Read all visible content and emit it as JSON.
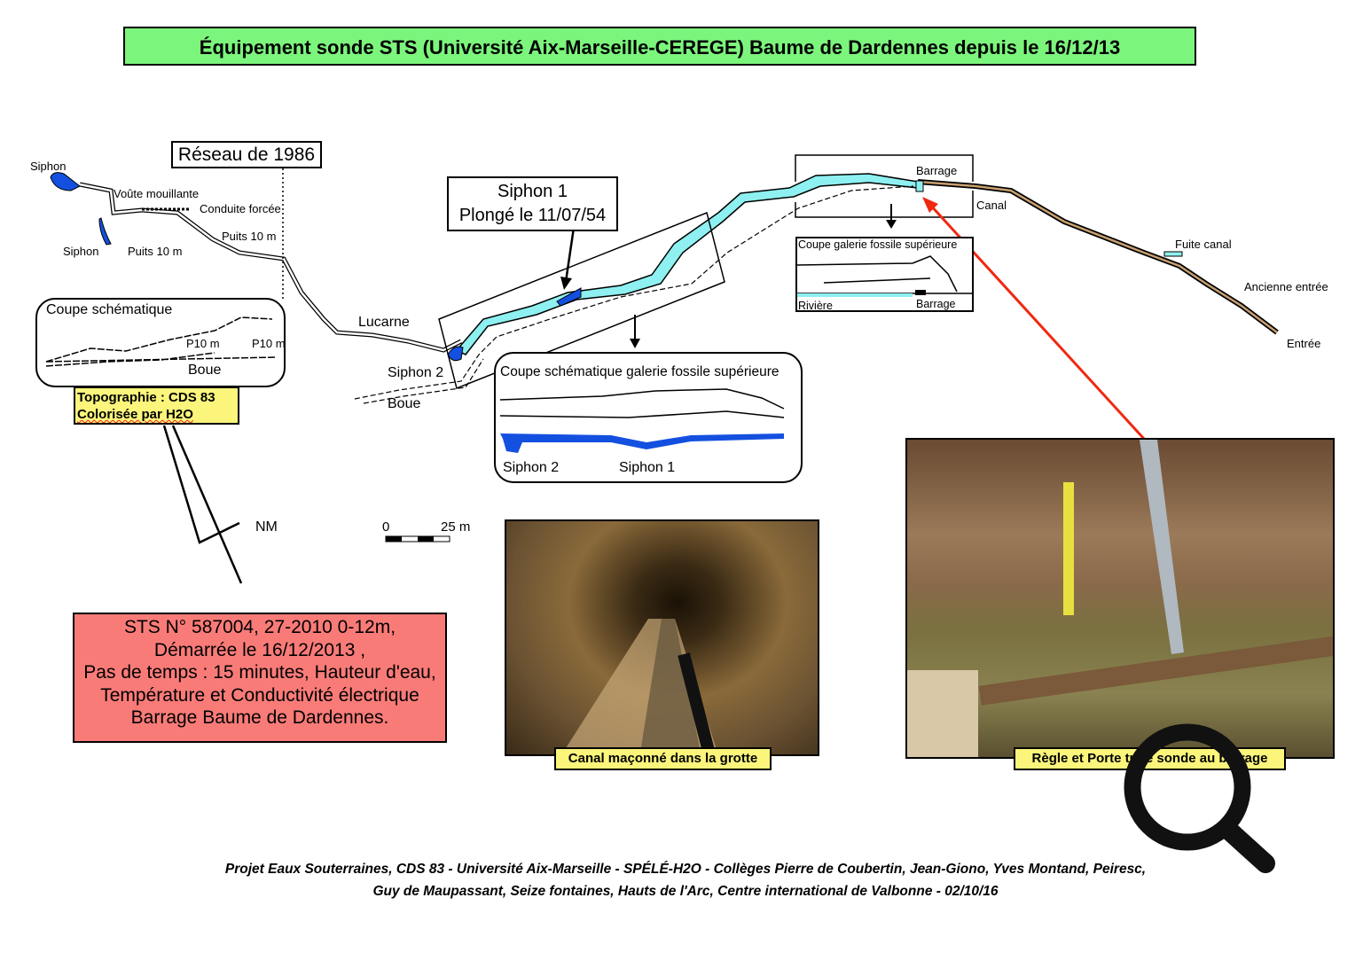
{
  "title": "Équipement sonde STS (Université Aix-Marseille-CEREGE) Baume de Dardennes depuis le 16/12/13",
  "map_labels": {
    "reseau": "Réseau de 1986",
    "siphon_top": "Siphon",
    "voute": "Voûte mouillante",
    "conduite": "Conduite forcée",
    "siphon_bottom": "Siphon",
    "puits_a": "Puits 10 m",
    "puits_b": "Puits 10 m",
    "lucarne": "Lucarne",
    "siphon2": "Siphon 2",
    "boue": "Boue",
    "siphon1_line1": "Siphon 1",
    "siphon1_line2": "Plongé le 11/07/54",
    "barrage": "Barrage",
    "canal": "Canal",
    "fuite": "Fuite canal",
    "ancienne": "Ancienne entrée",
    "entree": "Entrée",
    "nm": "NM",
    "scale_0": "0",
    "scale_25": "25 m"
  },
  "coupe_left": {
    "title": "Coupe schématique",
    "p10a": "P10 m",
    "p10b": "P10 m",
    "boue": "Boue"
  },
  "topo": {
    "line1": "Topographie : CDS 83",
    "line2": "Colorisée par H2O"
  },
  "coupe_mid": {
    "title": "Coupe schématique  galerie fossile supérieure",
    "siphon2": "Siphon 2",
    "siphon1": "Siphon 1"
  },
  "coupe_right": {
    "title": "Coupe galerie fossile supérieure",
    "riviere": "Rivière",
    "barrage": "Barrage"
  },
  "info": {
    "lines": [
      "STS N° 587004, 27-2010 0-12m,",
      "Démarrée le 16/12/2013 ,",
      "Pas de temps : 15 minutes, Hauteur d'eau,",
      "Température et Conductivité électrique",
      "Barrage Baume de Dardennes."
    ]
  },
  "photos": {
    "canal_caption": "Canal maçonné dans la grotte",
    "regle_caption": "Règle et Porte tube sonde au barrage"
  },
  "footer": {
    "line1": "Projet Eaux Souterraines, CDS 83 - Université Aix-Marseille - SPÉLÉ-H2O - Collèges Pierre de Coubertin, Jean-Giono, Yves Montand, Peiresc,",
    "line2": "Guy de Maupassant, Seize fontaines, Hauts de l'Arc, Centre international de Valbonne - 02/10/16"
  },
  "colors": {
    "title_bg": "#7cf57c",
    "info_bg": "#f97b78",
    "caption_bg": "#fbf57c",
    "water_light": "#8ef0f0",
    "water_dark": "#1450e0",
    "arrow": "#f02810"
  },
  "icons": {
    "zoom": "magnifier-icon"
  }
}
